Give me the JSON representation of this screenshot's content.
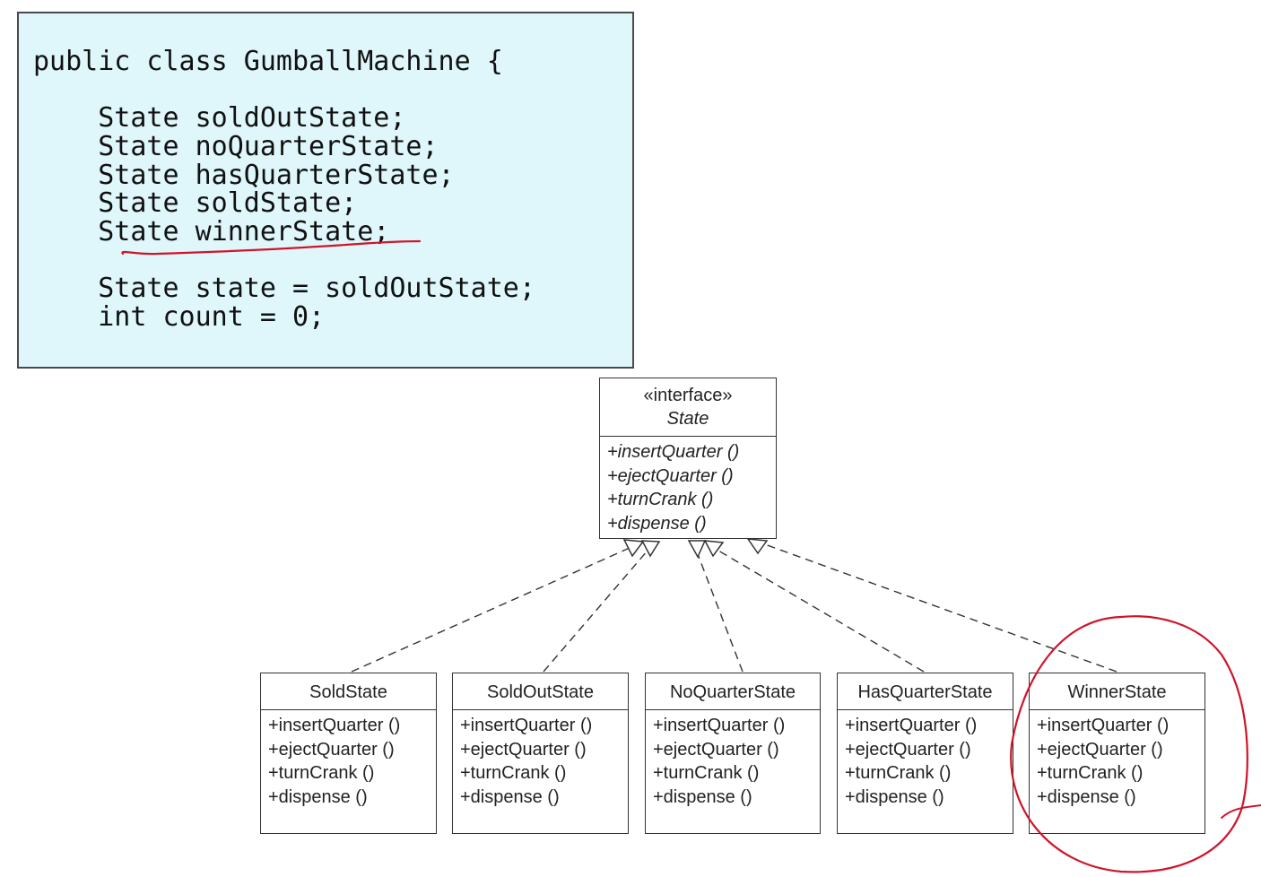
{
  "code": {
    "lines": [
      "public class GumballMachine {",
      "    State soldOutState;",
      "    State noQuarterState;",
      "    State hasQuarterState;",
      "    State soldState;",
      "    State winnerState;",
      "    State state = soldOutState;",
      "    int count = 0;"
    ]
  },
  "interface_box": {
    "stereotype": "«interface»",
    "name": "State",
    "operations": [
      "+insertQuarter ()",
      "+ejectQuarter ()",
      "+turnCrank ()",
      "+dispense ()"
    ]
  },
  "classes": [
    {
      "name": "SoldState",
      "operations": [
        "+insertQuarter ()",
        "+ejectQuarter ()",
        "+turnCrank ()",
        "+dispense ()"
      ]
    },
    {
      "name": "SoldOutState",
      "operations": [
        "+insertQuarter ()",
        "+ejectQuarter ()",
        "+turnCrank ()",
        "+dispense ()"
      ]
    },
    {
      "name": "NoQuarterState",
      "operations": [
        "+insertQuarter ()",
        "+ejectQuarter ()",
        "+turnCrank ()",
        "+dispense ()"
      ]
    },
    {
      "name": "HasQuarterState",
      "operations": [
        "+insertQuarter ()",
        "+ejectQuarter ()",
        "+turnCrank ()",
        "+dispense ()"
      ]
    },
    {
      "name": "WinnerState",
      "operations": [
        "+insertQuarter ()",
        "+ejectQuarter ()",
        "+turnCrank ()",
        "+dispense ()"
      ]
    }
  ],
  "colors": {
    "code_background": "#dff7fb",
    "annotation": "#d0142a"
  }
}
